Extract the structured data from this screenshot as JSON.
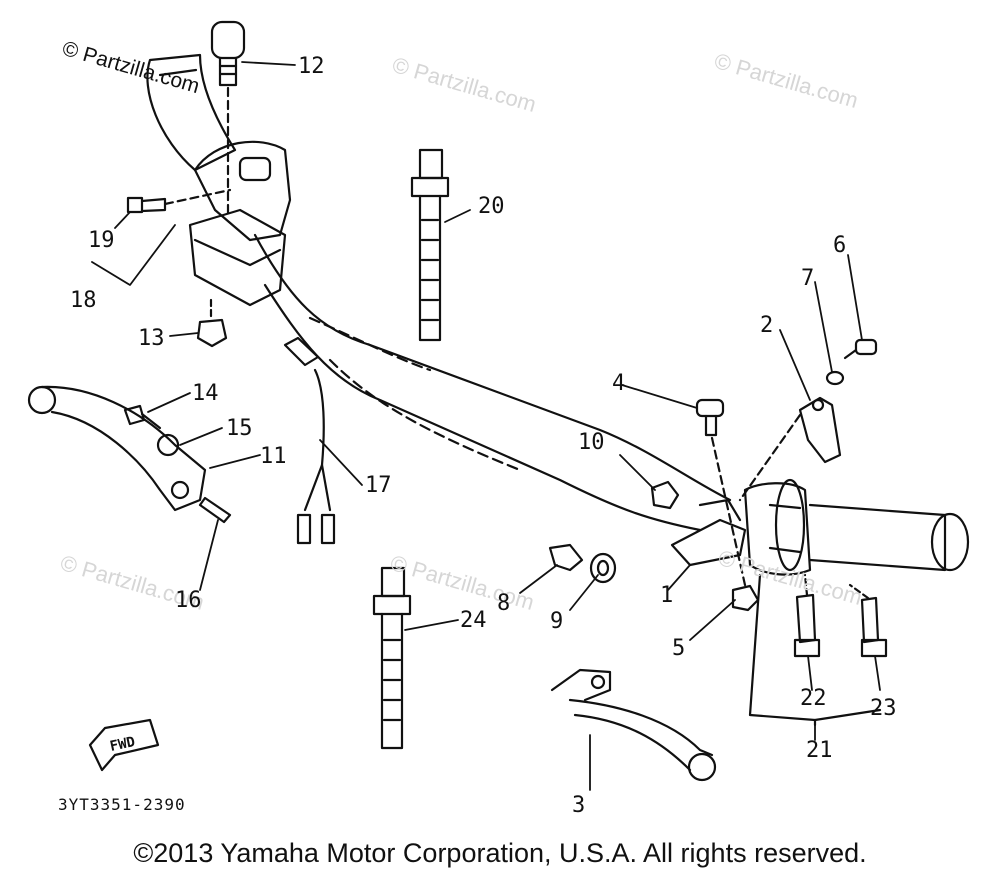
{
  "watermarks": [
    "© Partzilla.com",
    "© Partzilla.com",
    "© Partzilla.com",
    "© Partzilla.com",
    "© Partzilla.com",
    "© Partzilla.com"
  ],
  "callouts": [
    {
      "id": "c1",
      "label": "1"
    },
    {
      "id": "c2",
      "label": "2"
    },
    {
      "id": "c3",
      "label": "3"
    },
    {
      "id": "c4",
      "label": "4"
    },
    {
      "id": "c5",
      "label": "5"
    },
    {
      "id": "c6",
      "label": "6"
    },
    {
      "id": "c7",
      "label": "7"
    },
    {
      "id": "c8",
      "label": "8"
    },
    {
      "id": "c9",
      "label": "9"
    },
    {
      "id": "c10",
      "label": "10"
    },
    {
      "id": "c11",
      "label": "11"
    },
    {
      "id": "c12",
      "label": "12"
    },
    {
      "id": "c13",
      "label": "13"
    },
    {
      "id": "c14",
      "label": "14"
    },
    {
      "id": "c15",
      "label": "15"
    },
    {
      "id": "c16",
      "label": "16"
    },
    {
      "id": "c17",
      "label": "17"
    },
    {
      "id": "c18",
      "label": "18"
    },
    {
      "id": "c19",
      "label": "19"
    },
    {
      "id": "c20",
      "label": "20"
    },
    {
      "id": "c21",
      "label": "21"
    },
    {
      "id": "c22",
      "label": "22"
    },
    {
      "id": "c23",
      "label": "23"
    },
    {
      "id": "c24",
      "label": "24"
    }
  ],
  "fwd_label": "FWD",
  "diagram_code": "3YT3351-2390",
  "copyright": "©2013 Yamaha Motor Corporation, U.S.A. All rights reserved."
}
